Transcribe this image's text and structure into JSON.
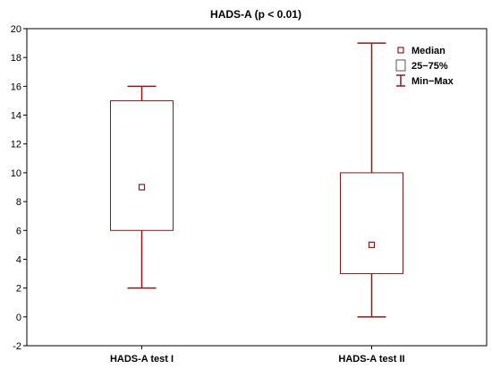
{
  "chart_data": {
    "type": "boxplot",
    "title": "HADS-A (p < 0.01)",
    "xlabel": "",
    "ylabel": "",
    "ylim": [
      -2,
      20
    ],
    "yticks": [
      -2,
      0,
      2,
      4,
      6,
      8,
      10,
      12,
      14,
      16,
      18,
      20
    ],
    "grid": false,
    "legend_position": "top-right",
    "categories": [
      "HADS-A test I",
      "HADS-A test II"
    ],
    "boxes": [
      {
        "category": "HADS-A test I",
        "min": 2,
        "q1": 6,
        "median": 9,
        "q3": 15,
        "max": 16
      },
      {
        "category": "HADS-A test II",
        "min": 0,
        "q1": 3,
        "median": 5,
        "q3": 10,
        "max": 19
      }
    ],
    "legend": [
      {
        "key": "median",
        "label": "Median"
      },
      {
        "key": "box",
        "label": "25−75%"
      },
      {
        "key": "whisker",
        "label": "Min−Max"
      }
    ],
    "colors": {
      "stroke": "#8b1a1a",
      "median_marker": "#8b1a1a",
      "axis": "#000000",
      "box_fill": "#ffffff"
    }
  }
}
